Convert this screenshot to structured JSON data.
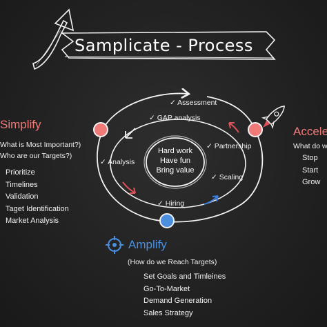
{
  "banner": {
    "title": "Samplicate - Process"
  },
  "cycle": {
    "center": [
      "Hard work",
      "Have fun",
      "Bring value"
    ],
    "steps": {
      "assessment": "✓ Assessment",
      "gap": "✓ GAP analysis",
      "analysis": "✓ Analysis",
      "partnership": "✓ Partnership",
      "scaling": "✓ Scaling",
      "hiring": "✓ Hiring"
    }
  },
  "simplify": {
    "title": "Simplify",
    "questions": [
      "What is Most Important?)",
      "Who are our Targets?)"
    ],
    "items": [
      "Prioritize",
      "Timelines",
      "Validation",
      "Taget Identification",
      "Market Analysis"
    ]
  },
  "accelerate": {
    "title": "Accele",
    "question": "What do w",
    "items": [
      "Stop",
      "Start",
      "Grow"
    ]
  },
  "amplify": {
    "title": "Amplify",
    "question": "(How do we Reach Targets)",
    "items": [
      "Set Goals and Timleines",
      "Go-To-Market",
      "Demand Generation",
      "Sales Strategy"
    ]
  },
  "colors": {
    "background": "#222222",
    "simplify": "#f07a78",
    "accelerate": "#f07a78",
    "amplify": "#4a8fe0",
    "arrow_red": "#e0505a",
    "arrow_blue": "#3b7fe0"
  },
  "icons": [
    "curved-arrow-icon",
    "rocket-icon",
    "target-icon"
  ]
}
